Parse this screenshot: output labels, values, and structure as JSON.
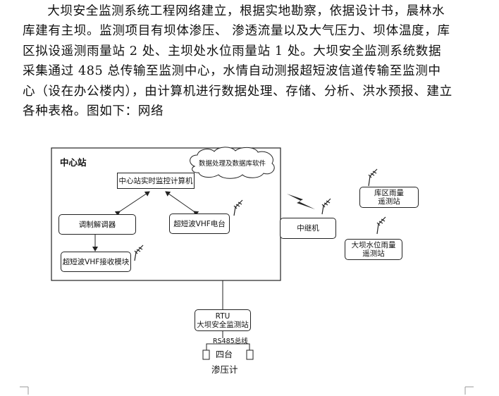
{
  "paragraph": {
    "text": "大坝安全监测系统工程网络建立，根据实地勘察，依据设计书，晨林水库建有主坝。监测项目有坝体渗压、 渗透流量以及大气压力、坝体温度，库区拟设遥测雨量站 2 处、主坝处水位雨量站 1 处。大坝安全监测系统数据采集通过 485 总传输至监测中心，水情自动测报超短波信道传输至监测中心（设在办公楼内），由计算机进行数据处理、存储、分析、洪水预报、建立各种表格。图如下：网络"
  },
  "diagram": {
    "center_label": "中心站",
    "cloud_label": "数据处理及数据库软件",
    "monitor_computer": "中心站实时监控计算机",
    "modem": "调制解调器",
    "vhf_station": "超短波VHF电台",
    "vhf_receiver": "超短波VHF接收模块",
    "repeater": "中继机",
    "rain_station_1": "库区雨量遥测站",
    "rain_station_1_line1": "库区雨量",
    "rain_station_1_line2": "遥测站",
    "rain_station_2_line1": "大坝水位雨量",
    "rain_station_2_line2": "遥测站",
    "rtu_line1": "RTU",
    "rtu_line2": "大坝安全监测站",
    "bus_label": "RS485总线",
    "sensor_count": "四台",
    "sensor_label": "渗压计"
  },
  "colors": {
    "text": "#111111",
    "line": "#222222",
    "background": "#ffffff"
  }
}
